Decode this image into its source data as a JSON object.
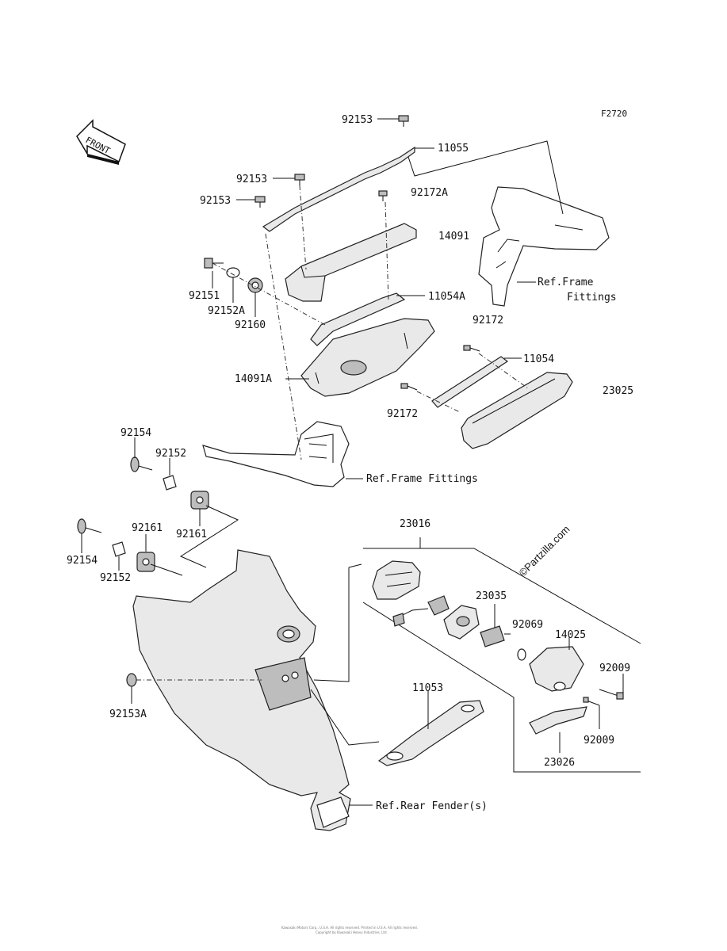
{
  "figure_code": "F2720",
  "front_marker": "FRONT",
  "watermark": "©Partzilla.com",
  "footer_line1": "Kawasaki Motors Corp., U.S.A.  All rights reserved.  Printed in U.S.A.  All rights reserved.",
  "footer_line2": "Copyright by Kawasaki Heavy Industries, Ltd.",
  "labels": {
    "p92153_top": "92153",
    "p11055": "11055",
    "p92153_a": "92153",
    "p92153_b": "92153",
    "p92172A": "92172A",
    "p14091": "14091",
    "ref_frame_1": "Ref.Frame",
    "ref_frame_1b": "Fittings",
    "p92151": "92151",
    "p92152A": "92152A",
    "p92160": "92160",
    "p11054A": "11054A",
    "p92172_a": "92172",
    "p11054": "11054",
    "p14091A": "14091A",
    "p23025": "23025",
    "p92172_b": "92172",
    "p92154_a": "92154",
    "p92152_a": "92152",
    "ref_frame_2": "Ref.Frame Fittings",
    "p92161_a": "92161",
    "p92161_b": "92161",
    "p23016": "23016",
    "p92154_b": "92154",
    "p92152_b": "92152",
    "p23035": "23035",
    "p92069": "92069",
    "p14025": "14025",
    "p92009_a": "92009",
    "p92009_b": "92009",
    "p92153A": "92153A",
    "p11053": "11053",
    "p23026": "23026",
    "ref_rear_fender": "Ref.Rear Fender(s)"
  }
}
